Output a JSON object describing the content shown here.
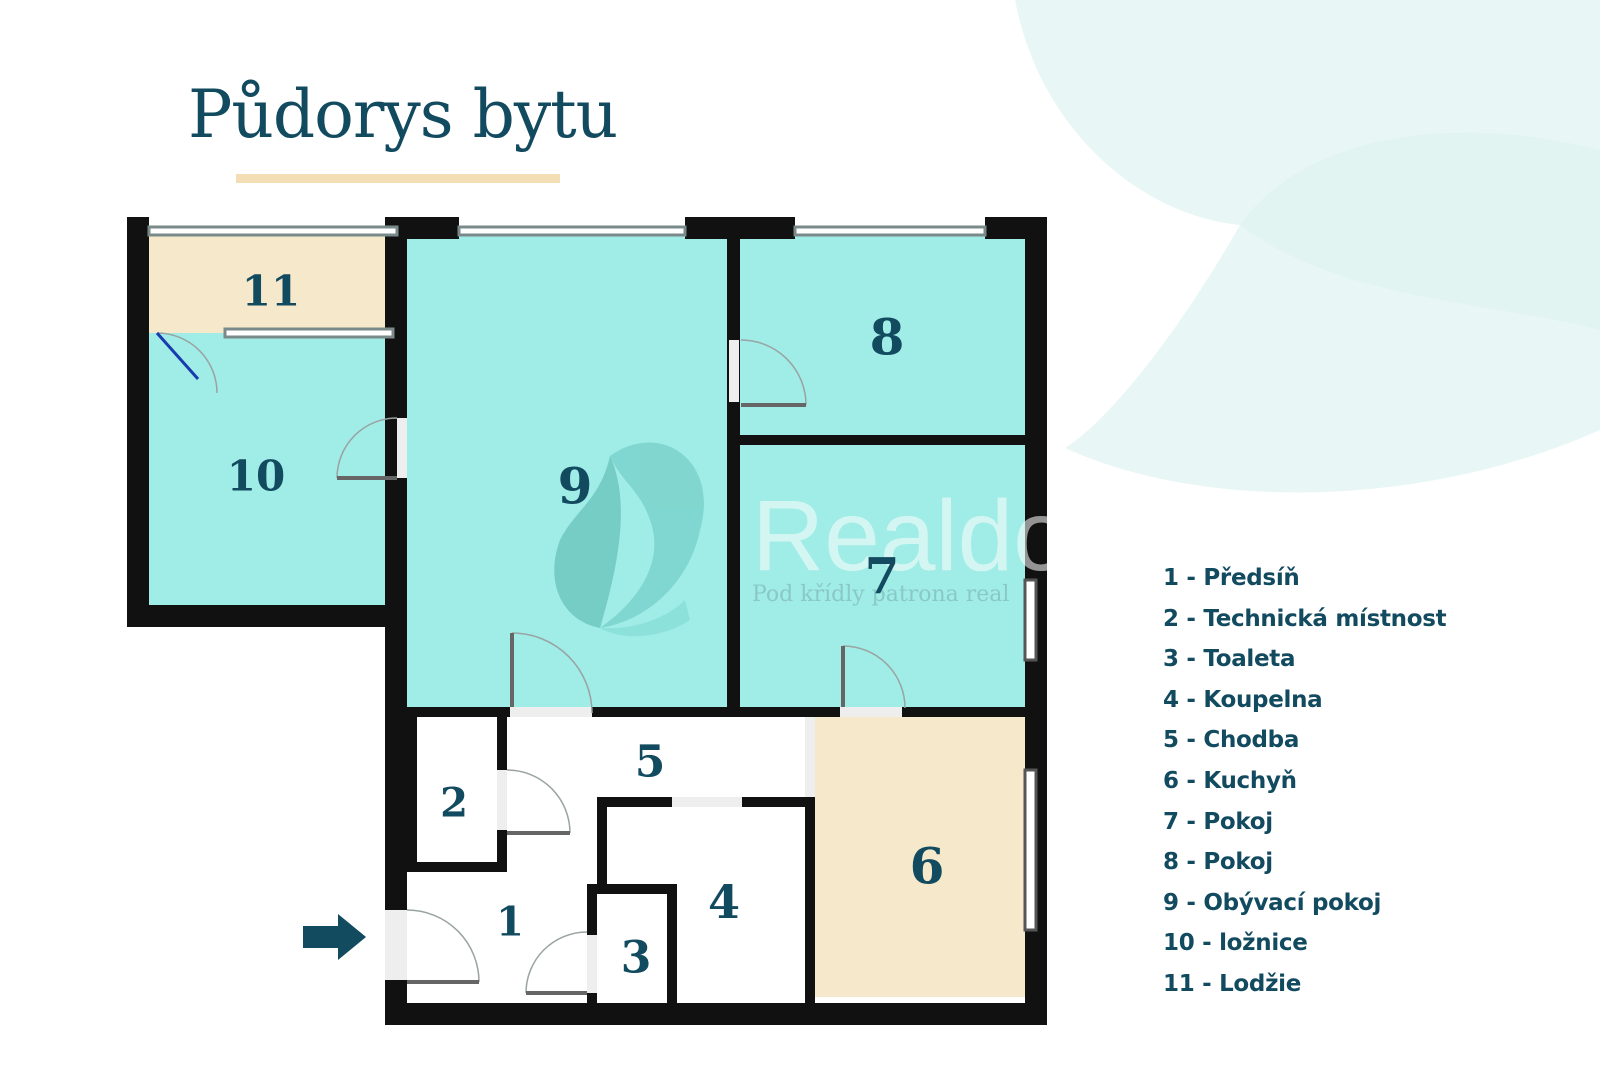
{
  "title": "Půdorys bytu",
  "colors": {
    "accent_blue": "#124a5f",
    "room_teal": "#a0ece6",
    "room_beige": "#f5e8cb",
    "underline": "#f3deb6",
    "wall": "#111111",
    "bg_shape": "#e8f7f5"
  },
  "entrance_icon": "arrow-right-icon",
  "watermark": {
    "name": "Realdomus",
    "tagline": "Pod křídly patrona real"
  },
  "rooms": [
    {
      "number": "1"
    },
    {
      "number": "2"
    },
    {
      "number": "3"
    },
    {
      "number": "4"
    },
    {
      "number": "5"
    },
    {
      "number": "6"
    },
    {
      "number": "7"
    },
    {
      "number": "8"
    },
    {
      "number": "9"
    },
    {
      "number": "10"
    },
    {
      "number": "11"
    }
  ],
  "legend": [
    "1 - Předsíň",
    "2 - Technická místnost",
    "3 - Toaleta",
    "4 - Koupelna",
    "5 - Chodba",
    "6 - Kuchyň",
    "7 - Pokoj",
    "8 - Pokoj",
    "9 - Obývací pokoj",
    "10 - ložnice",
    "11 - Lodžie"
  ]
}
